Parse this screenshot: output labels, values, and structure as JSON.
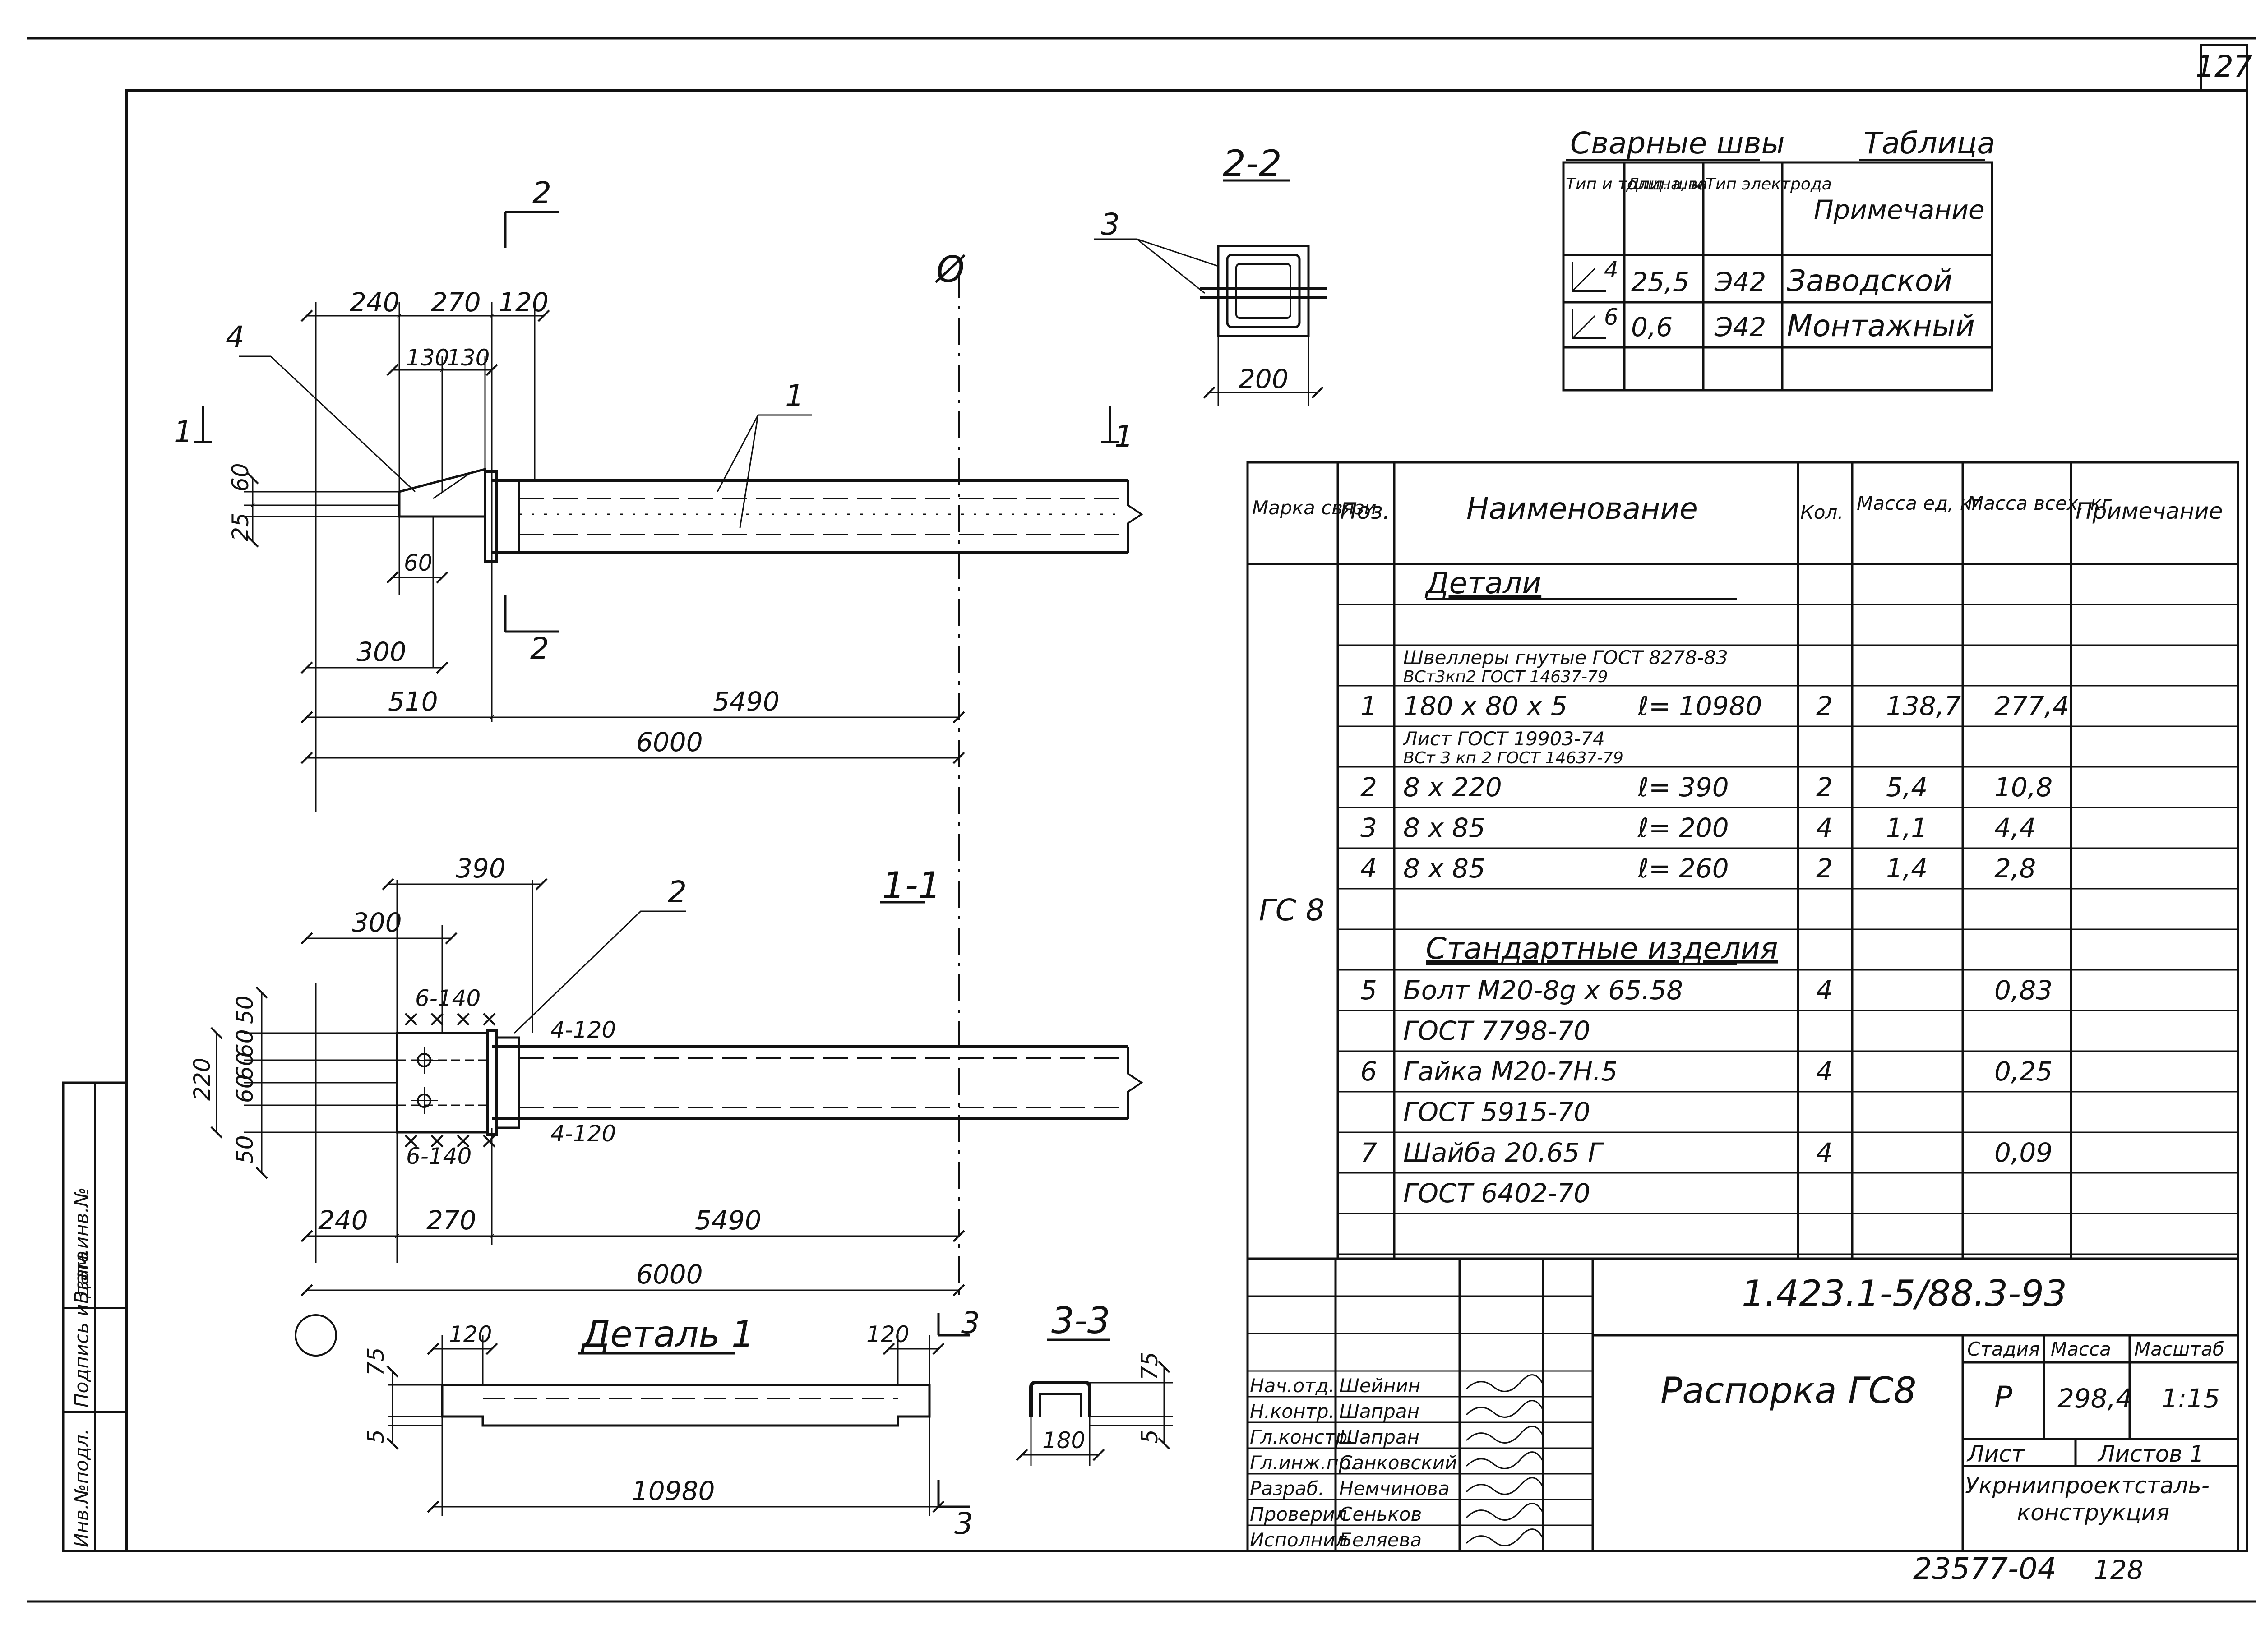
{
  "page_number": "127",
  "footer": {
    "number": "23577-04",
    "page": "128"
  },
  "side_stamp": [
    "Инв.№подл.",
    "Подпись и дата",
    "Взам.инв.№"
  ],
  "views": {
    "section_22": "2-2",
    "section_11": "1-1",
    "section_33": "3-3",
    "detail1": "Деталь 1",
    "cut_label_2": "2",
    "cut_label_1": "1",
    "cut_label_3": "3",
    "axis_symbol": "Ø",
    "pos_1": "1",
    "pos_2": "2",
    "pos_3": "3",
    "pos_4": "4"
  },
  "dims": {
    "top": {
      "d240": "240",
      "d270": "270",
      "d120": "120",
      "d130a": "130",
      "d130b": "130",
      "d25": "25",
      "d60": "60",
      "d60b": "60",
      "d300": "300",
      "d510": "510",
      "d5490": "5490",
      "d6000": "6000"
    },
    "sec22": {
      "d200": "200"
    },
    "mid": {
      "d390": "390",
      "d300": "300",
      "bolts_top": "6-140",
      "bolts_bot": "6-140",
      "weld_top": "4-120",
      "weld_bot": "4-120",
      "d50a": "50",
      "d60a": "60",
      "d60b": "60",
      "d60c": "60",
      "d50b": "50",
      "d220": "220",
      "d240": "240",
      "d270": "270",
      "d5490": "5490",
      "d6000": "6000"
    },
    "detail": {
      "d120a": "120",
      "d120b": "120",
      "d75": "75",
      "d5": "5",
      "d10980": "10980"
    },
    "sec33": {
      "d75": "75",
      "d5": "5",
      "d180": "180"
    }
  },
  "weld_table": {
    "title": "Сварные швы",
    "label": "Таблица",
    "headers": [
      "Тип и толщ. шва",
      "Длина, м",
      "Тип электрода",
      "Примечание"
    ],
    "rows": [
      {
        "type": "4",
        "length": "25,5",
        "electrode": "Э42",
        "note": "Заводской"
      },
      {
        "type": "6",
        "length": "0,6",
        "electrode": "Э42",
        "note": "Монтажный"
      }
    ]
  },
  "spec_table": {
    "headers": [
      "Марка связи",
      "Поз.",
      "Наименование",
      "Кол.",
      "Масса ед, кг",
      "Масса всех, кг",
      "Примечание"
    ],
    "mark": "ГС 8",
    "rows": [
      {
        "pos": "",
        "name": "Детали",
        "qty": "",
        "unit": "",
        "total": "",
        "style": "section"
      },
      {
        "pos": "",
        "name": "",
        "qty": "",
        "unit": "",
        "total": "",
        "style": "blank"
      },
      {
        "pos": "",
        "name": "Швеллеры гнутые ГОСТ 8278-83",
        "name2": "ВСт3кп2    ГОСТ 14637-79",
        "qty": "",
        "unit": "",
        "total": "",
        "style": "std"
      },
      {
        "pos": "1",
        "name": "180 х 80 х 5",
        "len": "ℓ= 10980",
        "qty": "2",
        "unit": "138,7",
        "total": "277,4",
        "style": "item"
      },
      {
        "pos": "",
        "name": "Лист  ГОСТ 19903-74",
        "name2": "ВСт 3 кп 2   ГОСТ 14637-79",
        "qty": "",
        "unit": "",
        "total": "",
        "style": "std"
      },
      {
        "pos": "2",
        "name": "8 х 220",
        "len": "ℓ= 390",
        "qty": "2",
        "unit": "5,4",
        "total": "10,8",
        "style": "item"
      },
      {
        "pos": "3",
        "name": "8 х 85",
        "len": "ℓ= 200",
        "qty": "4",
        "unit": "1,1",
        "total": "4,4",
        "style": "item"
      },
      {
        "pos": "4",
        "name": "8 х 85",
        "len": "ℓ= 260",
        "qty": "2",
        "unit": "1,4",
        "total": "2,8",
        "style": "item"
      },
      {
        "pos": "",
        "name": "",
        "qty": "",
        "unit": "",
        "total": "",
        "style": "blank"
      },
      {
        "pos": "",
        "name": "Стандартные изделия",
        "qty": "",
        "unit": "",
        "total": "",
        "style": "section"
      },
      {
        "pos": "5",
        "name": "Болт  М20-8g х 65.58",
        "qty": "4",
        "unit": "",
        "total": "0,83",
        "style": "item"
      },
      {
        "pos": "",
        "name": "ГОСТ 7798-70",
        "qty": "",
        "unit": "",
        "total": "",
        "style": "item"
      },
      {
        "pos": "6",
        "name": "Гайка  М20-7Н.5",
        "qty": "4",
        "unit": "",
        "total": "0,25",
        "style": "item"
      },
      {
        "pos": "",
        "name": "ГОСТ 5915-70",
        "qty": "",
        "unit": "",
        "total": "",
        "style": "item"
      },
      {
        "pos": "7",
        "name": "Шайба  20.65 Г",
        "qty": "4",
        "unit": "",
        "total": "0,09",
        "style": "item"
      },
      {
        "pos": "",
        "name": "ГОСТ 6402-70",
        "qty": "",
        "unit": "",
        "total": "",
        "style": "item"
      },
      {
        "pos": "",
        "name": "",
        "qty": "",
        "unit": "",
        "total": "",
        "style": "blank"
      }
    ]
  },
  "title_block": {
    "code": "1.423.1-5/88.3-93",
    "title": "Распорка ГС8",
    "stage_label": "Стадия",
    "mass_label": "Масса",
    "scale_label": "Масштаб",
    "stage": "Р",
    "mass": "298,4",
    "scale": "1:15",
    "sheet_label": "Лист",
    "sheets_label": "Листов 1",
    "org_line1": "Укрниипроектсталь-",
    "org_line2": "конструкция",
    "people": [
      {
        "role": "Нач.отд.",
        "name": "Шейнин"
      },
      {
        "role": "Н.контр.",
        "name": "Шапран"
      },
      {
        "role": "Гл.констр.",
        "name": "Шапран"
      },
      {
        "role": "Гл.инж.пр.",
        "name": "Санковский"
      },
      {
        "role": "Разраб.",
        "name": "Немчинова"
      },
      {
        "role": "Проверил",
        "name": "Сеньков"
      },
      {
        "role": "Исполнил",
        "name": "Беляева"
      }
    ]
  }
}
